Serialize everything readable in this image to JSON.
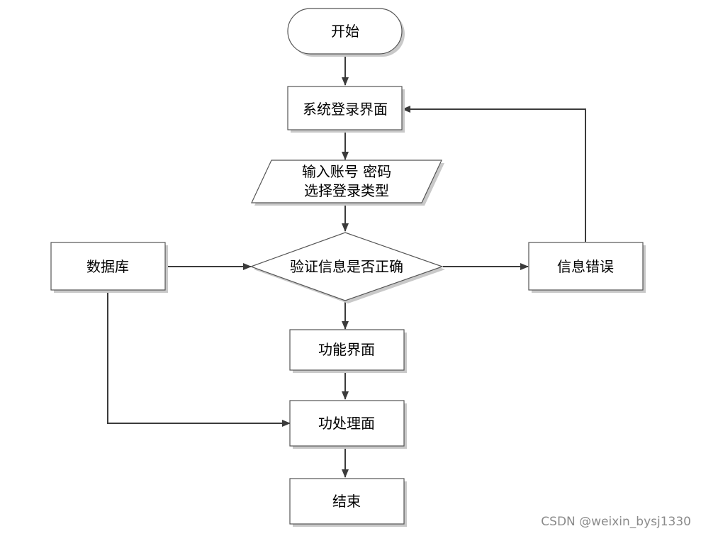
{
  "nodes": {
    "start": "开始",
    "login_screen": "系统登录界面",
    "input_line1": "输入账号 密码",
    "input_line2": "选择登录类型",
    "verify": "验证信息是否正确",
    "database": "数据库",
    "info_error": "信息错误",
    "function_screen": "功能界面",
    "process_screen": "功处理面",
    "end": "结束"
  },
  "watermark": "CSDN @weixin_bysj1330"
}
